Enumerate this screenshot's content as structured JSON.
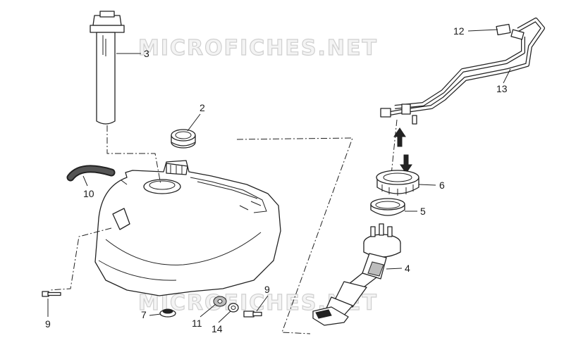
{
  "watermark": "MICROFICHES.NET",
  "callouts": [
    {
      "id": "c1",
      "label": "3"
    },
    {
      "id": "c2",
      "label": "2"
    },
    {
      "id": "c3",
      "label": "10"
    },
    {
      "id": "c4",
      "label": "9"
    },
    {
      "id": "c5",
      "label": "7"
    },
    {
      "id": "c6",
      "label": "11"
    },
    {
      "id": "c7",
      "label": "14"
    },
    {
      "id": "c8",
      "label": "9"
    },
    {
      "id": "c9",
      "label": "12"
    },
    {
      "id": "c10",
      "label": "13"
    },
    {
      "id": "c11",
      "label": "6"
    },
    {
      "id": "c12",
      "label": "5"
    },
    {
      "id": "c13",
      "label": "4"
    }
  ]
}
